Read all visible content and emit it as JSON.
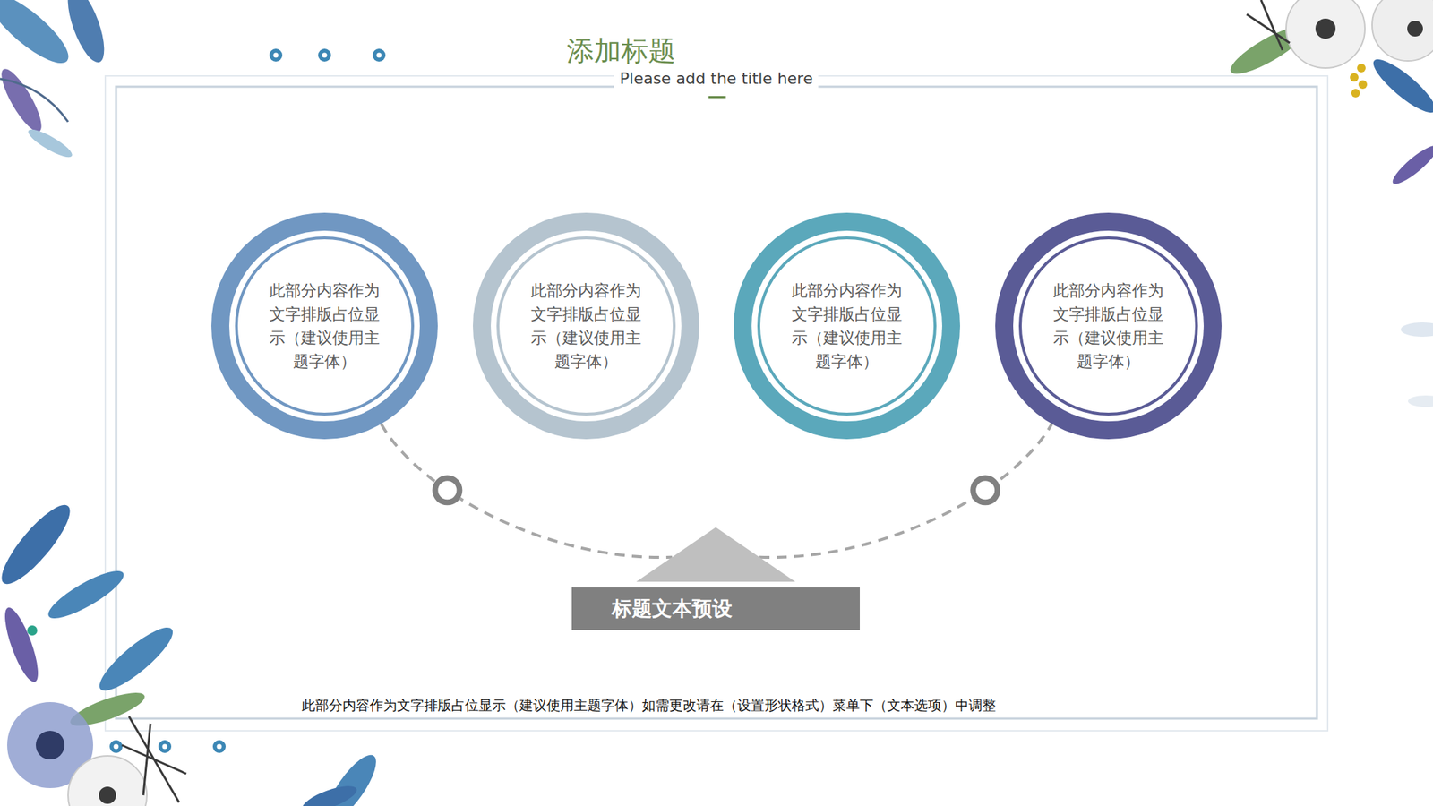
{
  "diagram": {
    "title": "添加标题",
    "nodes": [
      {
        "text": [
          "此部分内容作为文字排版占位显示（建议使用主题字体）"
        ]
      },
      {
        "text": [
          "此部分内容作为文字排版占位显示（建议使用主题字体）"
        ]
      },
      {
        "text": [
          "此部分内容作为文字排版占位显示（建议使用主题字体）"
        ]
      },
      {
        "text": [
          "此部分内容作为文字排版占位显示（建议使用主题字体）"
        ]
      },
      {
        "text": [
          "标题文本预设"
        ]
      }
    ],
    "edges": [
      {
        "from": 0,
        "to": 4,
        "arrow": "none"
      },
      {
        "from": 4,
        "to": 3,
        "arrow": "none"
      }
    ],
    "labels": [
      "Please add the title here",
      "此部分内容作为文字排版占位显示（建议使用主题字体）如需更改请在（设置形状格式）菜单下（文本选项）中调整"
    ]
  }
}
